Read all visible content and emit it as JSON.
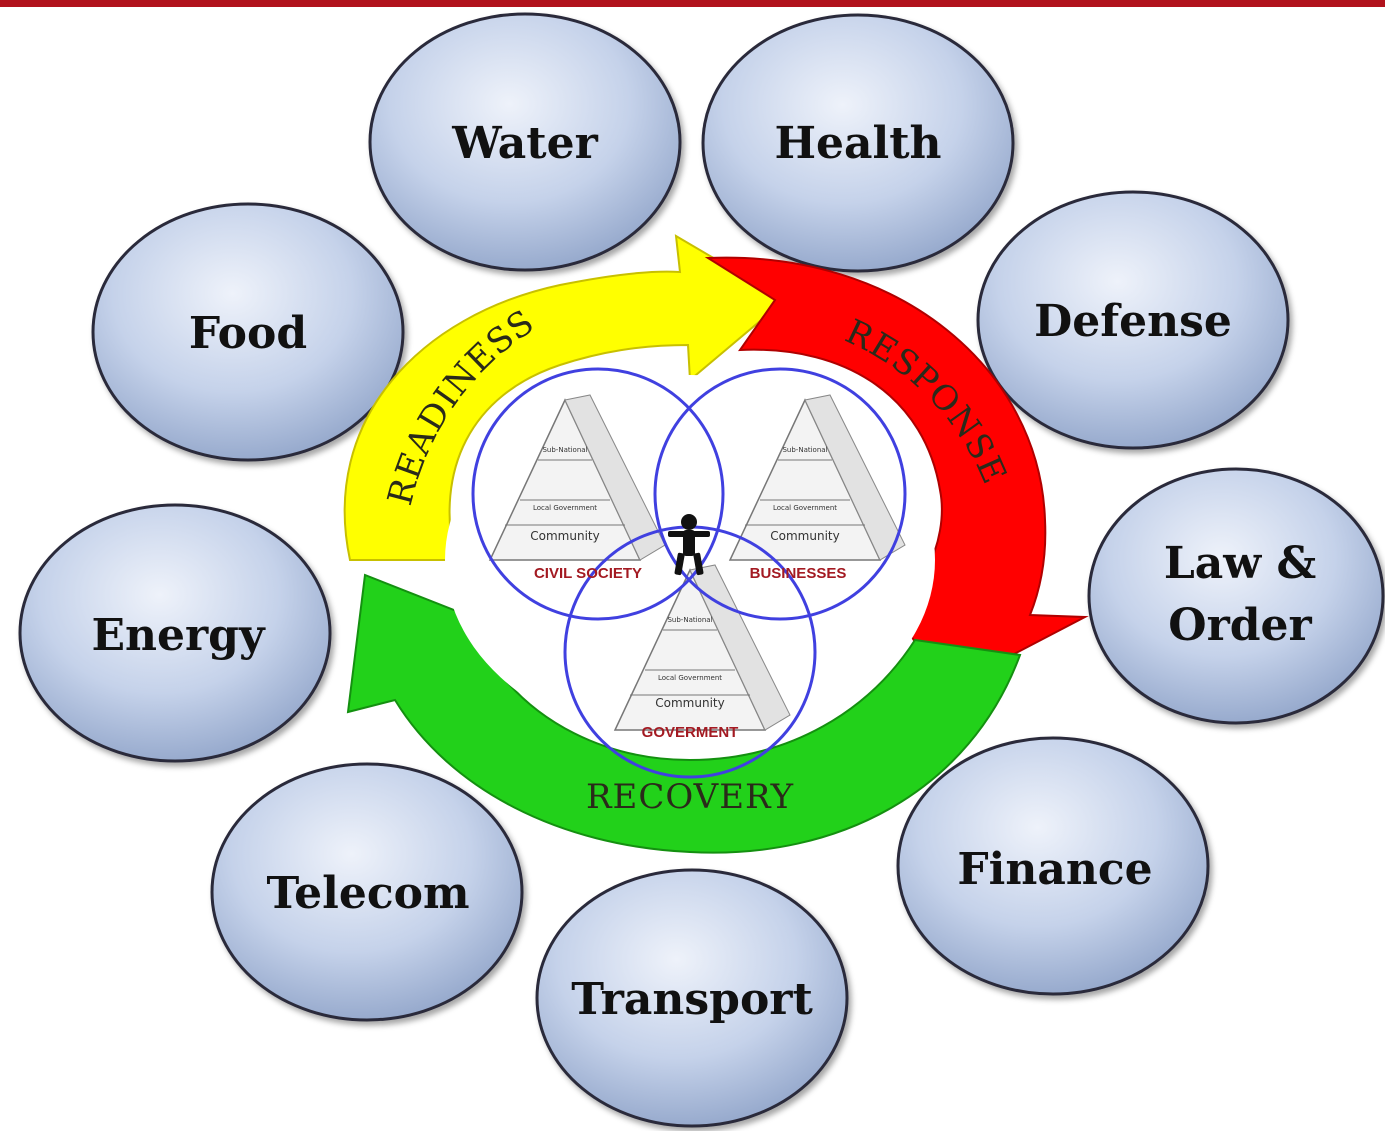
{
  "sectors": [
    {
      "id": "water",
      "label": "Water"
    },
    {
      "id": "health",
      "label": "Health"
    },
    {
      "id": "defense",
      "label": "Defense"
    },
    {
      "id": "law",
      "label": "Law &",
      "label2": "Order"
    },
    {
      "id": "finance",
      "label": "Finance"
    },
    {
      "id": "transport",
      "label": "Transport"
    },
    {
      "id": "telecom",
      "label": "Telecom"
    },
    {
      "id": "energy",
      "label": "Energy"
    },
    {
      "id": "food",
      "label": "Food"
    }
  ],
  "phases": {
    "readiness": "READINESS",
    "response": "RESPONSE",
    "recovery": "RECOVERY"
  },
  "domains": {
    "civil": "CIVIL SOCIETY",
    "business": "BUSINESSES",
    "government": "GOVERMENT"
  },
  "tiers": {
    "top": "Sub-National",
    "middle": "Local Government",
    "bottom": "Community"
  },
  "colors": {
    "readiness": "#ffff00",
    "response": "#ff0000",
    "recovery": "#22d11a",
    "circles": "#4040e0",
    "sector_fill": "#b8c6e0",
    "top_rule": "#b1121c"
  }
}
